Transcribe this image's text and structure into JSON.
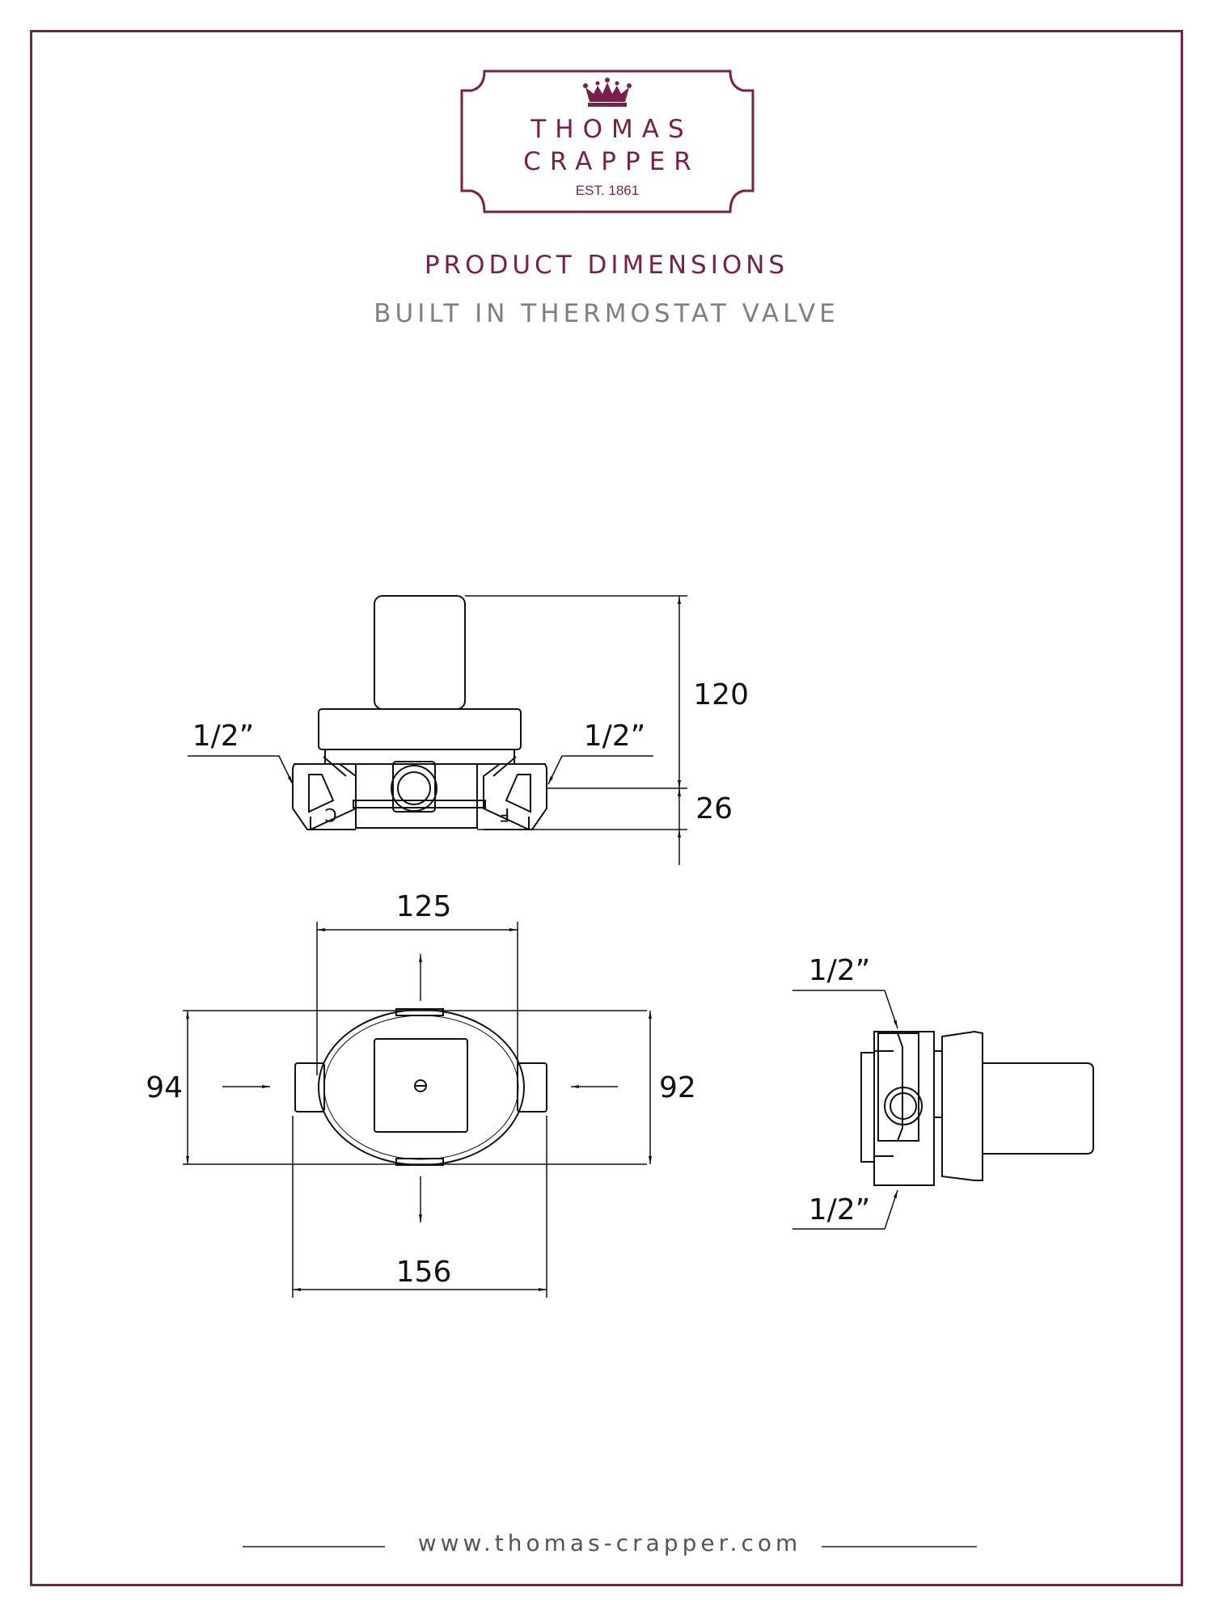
{
  "brand": {
    "line1": "THOMAS",
    "line2": "CRAPPER",
    "established": "EST. 1861",
    "icon": "crown-icon",
    "color": "#7a1f4b"
  },
  "header": {
    "title": "PRODUCT DIMENSIONS",
    "subtitle": "BUILT IN THERMOSTAT VALVE"
  },
  "front_view": {
    "connection_left": "1/2”",
    "connection_right": "1/2”",
    "height_total": "120",
    "height_base": "26",
    "marker_left": "C",
    "marker_right": "F"
  },
  "top_view": {
    "width_inner": "125",
    "width_outer": "156",
    "depth_left": "94",
    "depth_right": "92"
  },
  "side_view": {
    "connection_top": "1/2”",
    "connection_bottom": "1/2”"
  },
  "footer": {
    "website": "www.thomas-crapper.com"
  }
}
